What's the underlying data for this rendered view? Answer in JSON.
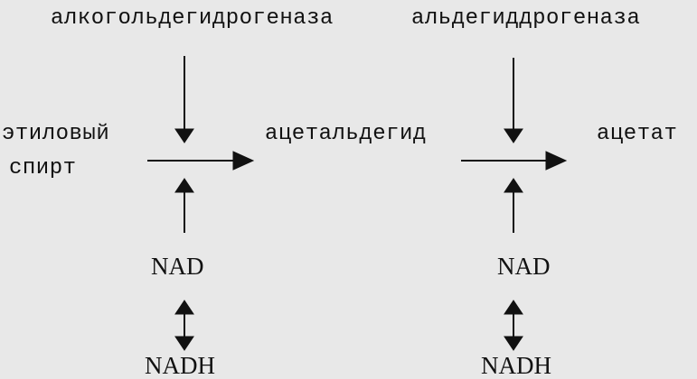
{
  "enzymes": {
    "first": "алкогольдегидрогеназа",
    "second": "альдегиддрогеназа"
  },
  "substrates": {
    "ethanol_line1": "этиловый",
    "ethanol_line2": "спирт",
    "acetaldehyde": "ацетальдегид",
    "acetate": "ацетат"
  },
  "cofactors": {
    "nad_1": "NAD",
    "nadh_1": "NADH",
    "nad_2": "NAD",
    "nadh_2": "NADH"
  },
  "colors": {
    "background": "#e8e8e8",
    "ink": "#111111"
  }
}
